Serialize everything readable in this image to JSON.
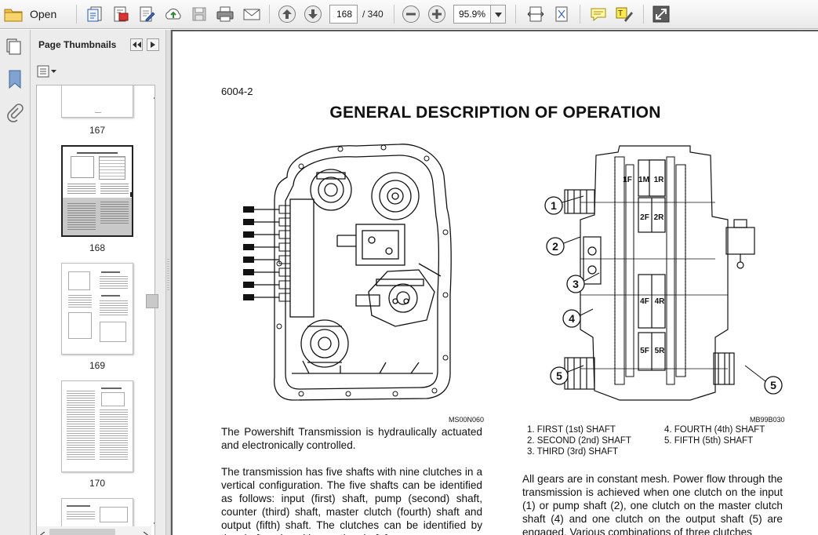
{
  "toolbar": {
    "open_label": "Open",
    "page_current": "168",
    "page_total": "/ 340",
    "zoom": "95.9%"
  },
  "sidebar": {
    "panel_title": "Page Thumbnails",
    "thumbnails": [
      {
        "label": "167"
      },
      {
        "label": "168"
      },
      {
        "label": "169"
      },
      {
        "label": "170"
      }
    ]
  },
  "document": {
    "page_ref": "6004-2",
    "title": "GENERAL DESCRIPTION OF OPERATION",
    "figure_left_code": "MS00N060",
    "figure_right_code": "MB99B030",
    "figure_right_clutch_labels": [
      "1F",
      "1M",
      "1R",
      "2F",
      "2R",
      "4F",
      "4R",
      "5F",
      "5R"
    ],
    "figure_right_callouts": [
      "1",
      "2",
      "3",
      "4",
      "5",
      "5"
    ],
    "shafts_col1": [
      "1.  FIRST (1st) SHAFT",
      "2.  SECOND (2nd) SHAFT",
      "3.  THIRD (3rd) SHAFT"
    ],
    "shafts_col2": [
      "4.  FOURTH (4th) SHAFT",
      "5.  FIFTH (5th) SHAFT"
    ],
    "para1": "The Powershift Transmission is hydraulically actuated and electronically controlled.",
    "para2": "The transmission has five shafts with nine clutches in a vertical configuration. The five shafts can be identified as follows: input (first) shaft, pump (second) shaft, counter (third) shaft, master clutch (fourth) shaft and output (fifth) shaft. The clutches can be identified by the shaft and position on the shaft for",
    "para3": "All gears are in constant mesh. Power flow through the transmission is achieved when one clutch on the input (1) or pump shaft (2), one clutch on the master clutch shaft (4) and one clutch on the output shaft (5) are engaged. Various combinations of three clutches"
  }
}
